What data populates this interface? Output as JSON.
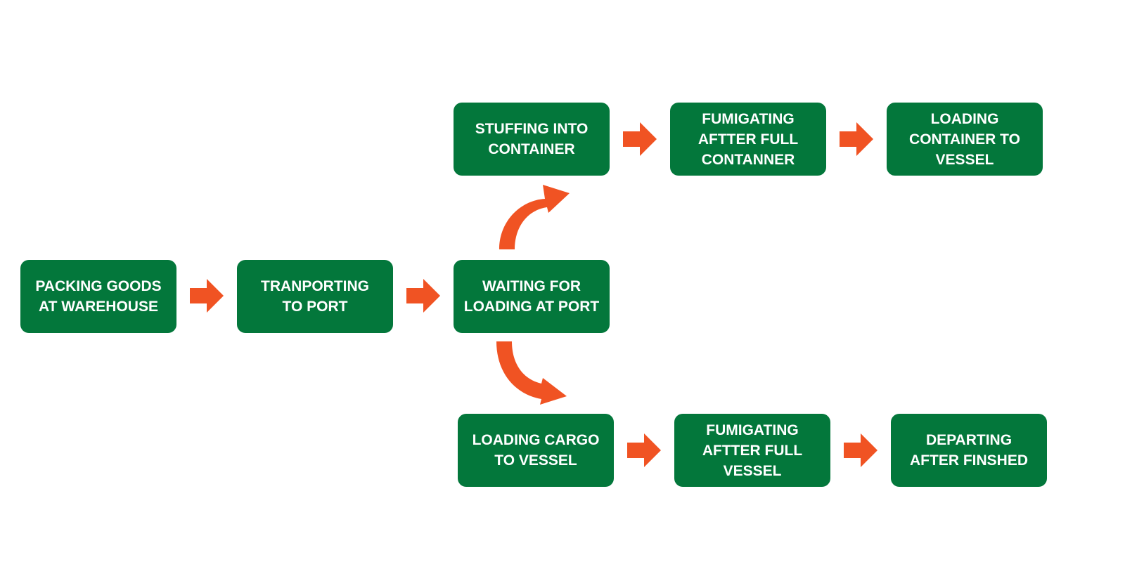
{
  "diagram": {
    "type": "flowchart",
    "colors": {
      "box_fill": "#03773b",
      "box_text": "#ffffff",
      "arrow": "#f05323",
      "background": "#ffffff"
    },
    "nodes": {
      "packing": "PACKING GOODS\nAT WAREHOUSE",
      "transporting": "TRANPORTING\nTO PORT",
      "waiting": "WAITING FOR\nLOADING AT PORT",
      "stuffing": "STUFFING INTO\nCONTAINER",
      "fumigating_container": "FUMIGATING\nAFTTER FULL\nCONTANNER",
      "loading_container": "LOADING\nCONTAINER TO\nVESSEL",
      "loading_cargo": "LOADING CARGO\nTO VESSEL",
      "fumigating_vessel": "FUMIGATING\nAFTTER FULL\nVESSEL",
      "departing": "DEPARTING\nAFTER FINSHED"
    },
    "edges": [
      [
        "packing",
        "transporting"
      ],
      [
        "transporting",
        "waiting"
      ],
      [
        "waiting",
        "stuffing"
      ],
      [
        "stuffing",
        "fumigating_container"
      ],
      [
        "fumigating_container",
        "loading_container"
      ],
      [
        "waiting",
        "loading_cargo"
      ],
      [
        "loading_cargo",
        "fumigating_vessel"
      ],
      [
        "fumigating_vessel",
        "departing"
      ]
    ]
  }
}
